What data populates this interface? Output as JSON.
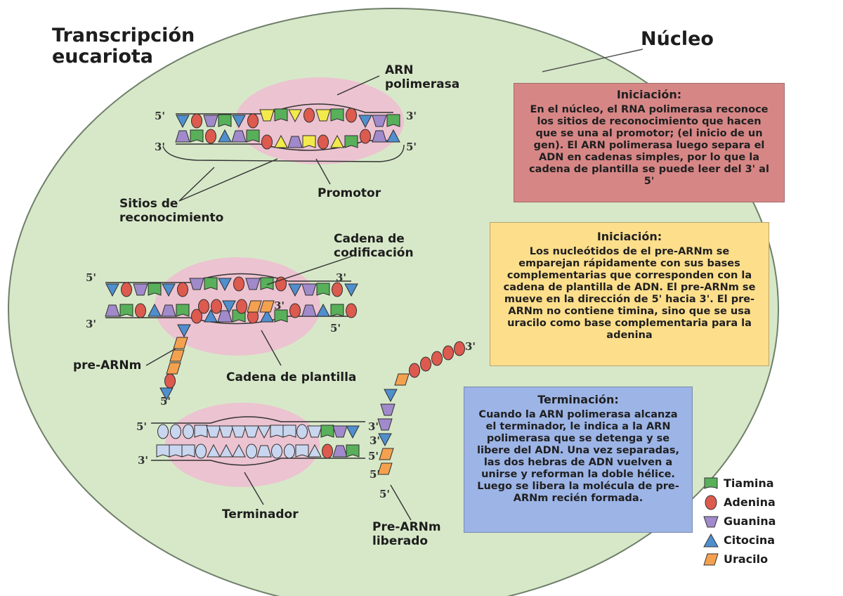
{
  "title": "Transcripción\neucariota",
  "nucleus_label": "Núcleo",
  "labels": {
    "arn_polimerasa": "ARN\npolimerasa",
    "sitios_reconocimiento": "Sitios de\nreconocimiento",
    "promotor": "Promotor",
    "cadena_codificacion": "Cadena de\ncodificación",
    "pre_arnm": "pre-ARNm",
    "cadena_plantilla": "Cadena de plantilla",
    "terminador": "Terminador",
    "pre_arnm_liberado": "Pre-ARNm\nliberado"
  },
  "strand_ends": {
    "five": "5'",
    "three": "3'"
  },
  "boxes": {
    "iniciacion_1": {
      "heading": "Iniciación:",
      "body": "En el núcleo, el RNA polimerasa reconoce los sitios de reconocimiento que hacen que se una al promotor; (el inicio de un gen). El ARN polimerasa luego separa el ADN en cadenas simples, por lo que la cadena de plantilla se puede leer del 3' al 5'",
      "color": "#d78686"
    },
    "iniciacion_2": {
      "heading": "Iniciación:",
      "body": "Los nucleótidos de el pre-ARNm se emparejan rápidamente con sus bases complementarias que corresponden con la cadena de plantilla de ADN. El pre-ARNm se mueve en la dirección de 5' hacia 3'. El pre-ARNm no contiene timina, sino que se usa uracilo como base complementaria para la adenina",
      "color": "#fcde8b"
    },
    "terminacion": {
      "heading": "Terminación:",
      "body": "Cuando la ARN polimerasa alcanza el terminador, le indica a la ARN polimerasa que se detenga y se libere del ADN. Una vez separadas, las dos hebras de ADN vuelven a unirse y reforman la doble hélice. Luego se libera la molécula de pre-ARNm recién formada.",
      "color": "#9cb4e6"
    }
  },
  "legend": [
    {
      "label": "Tiamina",
      "shape": "cup",
      "color": "#58b05a"
    },
    {
      "label": "Adenina",
      "shape": "oval",
      "color": "#dd5a4e"
    },
    {
      "label": "Guanina",
      "shape": "trapezoid",
      "color": "#a08acb"
    },
    {
      "label": "Citocina",
      "shape": "triangle",
      "color": "#4f8fce"
    },
    {
      "label": "Uracilo",
      "shape": "parallelogram",
      "color": "#f4a14f"
    }
  ],
  "colors": {
    "nucleus_fill": "#d7e8c8",
    "nucleus_stroke": "#6f7f6a",
    "polymerase": "#f0bcd2",
    "promoter_base": "#f2ea4a",
    "faded_base": "#c9d6ef"
  }
}
